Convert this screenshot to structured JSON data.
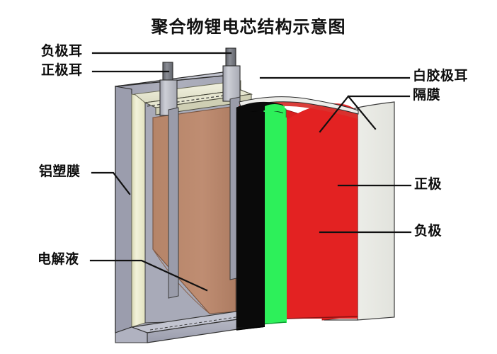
{
  "title": "聚合物锂电芯结构示意图",
  "labels": {
    "negative_tab": "负极耳",
    "positive_tab": "正极耳",
    "aluminum_film": "铝塑膜",
    "electrolyte": "电解液",
    "white_glue_tab": "白胶极耳",
    "separator": "隔膜",
    "cathode": "正极",
    "anode": "负极"
  },
  "colors": {
    "anode_black": "#0a0a0a",
    "separator_green": "#2df05a",
    "cathode_red": "#e32222",
    "outer_white": "#e8e9e4",
    "pouch_gray": "#a9aab8",
    "pouch_cream": "#e9e9c8",
    "electrolyte_brown": "#b4836a",
    "tab_metal": "#b9bcc6",
    "tab_metal_dark": "#6f7278",
    "leader_line": "#111111",
    "text": "#0d0d0d",
    "background": "#ffffff"
  },
  "stack_layers": [
    {
      "name": "anode",
      "label": "负极",
      "color": "#0a0a0a"
    },
    {
      "name": "separator",
      "label": "隔膜",
      "color": "#2df05a"
    },
    {
      "name": "cathode",
      "label": "正极",
      "color": "#e32222"
    },
    {
      "name": "outer-wrap",
      "label": "白胶极耳",
      "color": "#e8e9e4"
    }
  ]
}
